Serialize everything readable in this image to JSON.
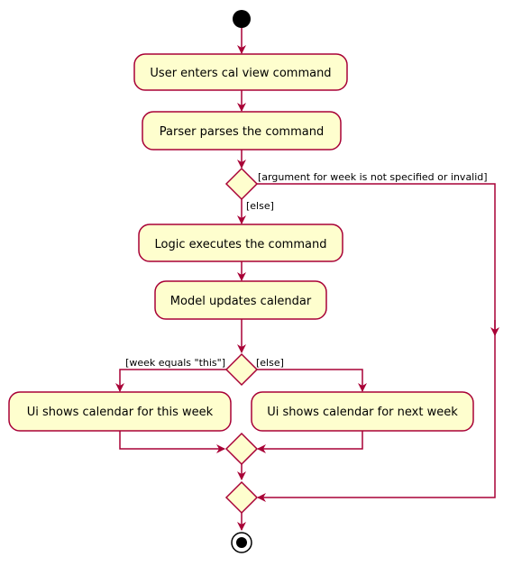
{
  "diagram": {
    "type": "activity",
    "colors": {
      "node_fill": "#FEFECE",
      "node_stroke": "#A80036",
      "edge": "#A80036",
      "text": "#000000",
      "start_fill": "#000000"
    },
    "nodes": {
      "user_enters": "User enters cal view command",
      "parser_parses": "Parser parses the command",
      "logic_executes": "Logic executes the command",
      "model_updates": "Model updates calendar",
      "ui_this_week": "Ui shows calendar for this week",
      "ui_next_week": "Ui shows calendar for next week"
    },
    "guards": {
      "week_invalid": "[argument for week is not specified or invalid]",
      "else_outer": "[else]",
      "week_this": "[week equals \"this\"]",
      "else_inner": "[else]"
    }
  }
}
